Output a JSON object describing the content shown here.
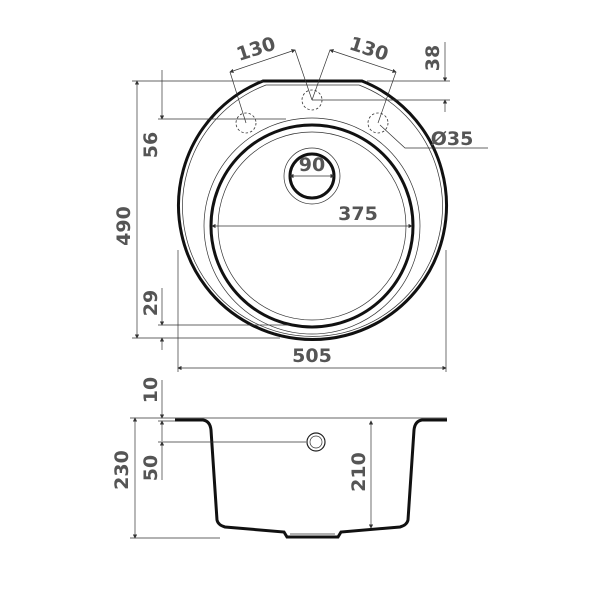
{
  "top_view": {
    "dims": {
      "hole_spacing_left": "130",
      "hole_spacing_right": "130",
      "hole_offset_top": "38",
      "hole_diameter": "Ø35",
      "overall_depth": "490",
      "rim_to_holes": "56",
      "drain_diameter": "90",
      "bowl_diameter": "375",
      "front_rim": "29",
      "overall_width": "505"
    }
  },
  "side_view": {
    "dims": {
      "rim_thickness": "10",
      "overflow_height": "50",
      "total_height": "230",
      "bowl_depth": "210"
    }
  },
  "colors": {
    "line": "#111111",
    "dimension_text": "#555555"
  }
}
